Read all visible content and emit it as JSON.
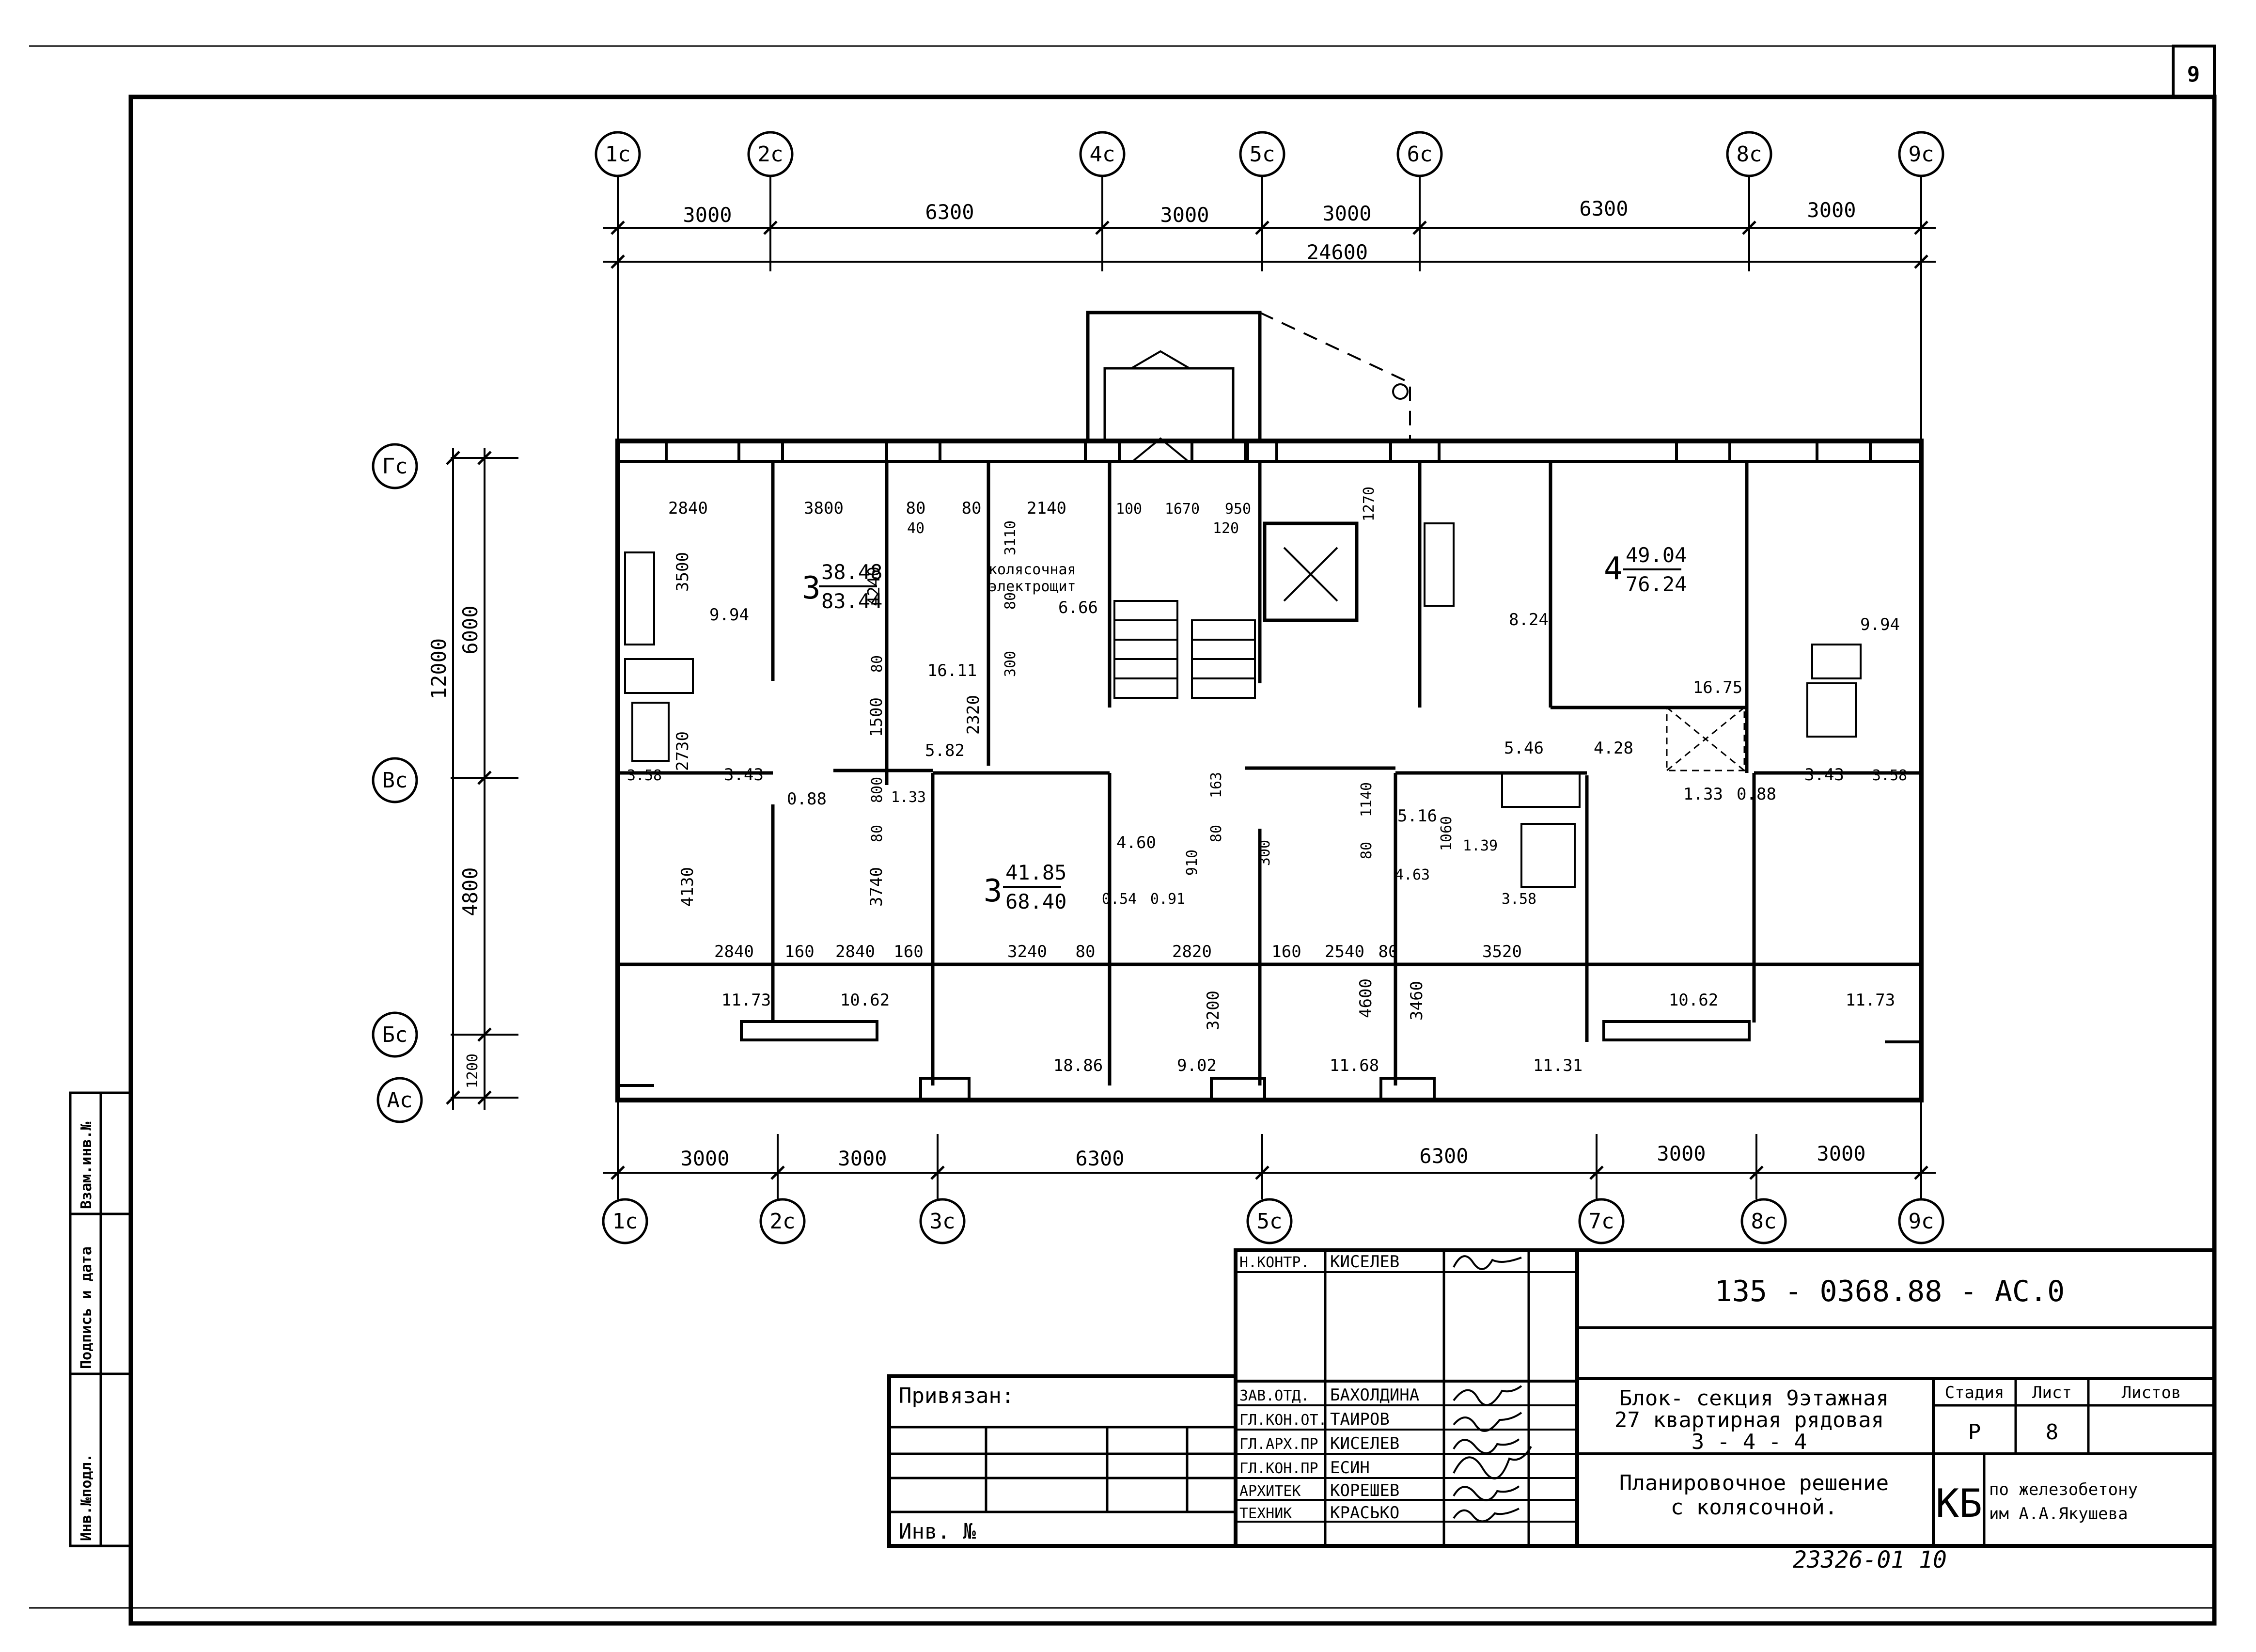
{
  "sheet": {
    "page_number": "9",
    "stamp_number": "23326-01  10"
  },
  "axes": {
    "top": [
      "1c",
      "2c",
      "4c",
      "5c",
      "6c",
      "8c",
      "9c"
    ],
    "bottom": [
      "1c",
      "2c",
      "3c",
      "5c",
      "7c",
      "8c",
      "9c"
    ],
    "left": [
      "Гс",
      "Вс",
      "Бс",
      "Ас"
    ]
  },
  "dimensions": {
    "top_row": [
      "3000",
      "6300",
      "3000",
      "3000",
      "6300",
      "3000"
    ],
    "top_total": "24600",
    "bottom_row": [
      "3000",
      "3000",
      "6300",
      "6300",
      "3000",
      "3000"
    ],
    "left_outer": "12000",
    "left_inner": [
      "6000",
      "4800",
      "1200"
    ]
  },
  "interior_dims": {
    "row_top": [
      "2840",
      "3800",
      "80",
      "80",
      "2140",
      "100",
      "1670",
      "950",
      "40",
      "120",
      "1270",
      "3110",
      "3500",
      "4240",
      "300",
      "80"
    ],
    "row_mid": [
      "2840",
      "160",
      "2840",
      "160",
      "3240",
      "80",
      "2820",
      "160",
      "2540",
      "80",
      "3520"
    ],
    "vertical": [
      "2730",
      "1500",
      "2320",
      "300",
      "80",
      "800",
      "80",
      "3740",
      "4130",
      "3200",
      "4600",
      "3460",
      "1140",
      "80",
      "910",
      "80",
      "163",
      "1060"
    ]
  },
  "rooms": {
    "apt1": {
      "rooms": "3",
      "living": "38.48",
      "total": "83.44"
    },
    "apt2": {
      "rooms": "3",
      "living": "41.85",
      "total": "68.40"
    },
    "apt3": {
      "rooms": "4",
      "living": "49.04",
      "total": "76.24"
    },
    "stroller_room": [
      "колясочная",
      "электрощит"
    ],
    "areas": [
      "9.94",
      "16.11",
      "6.66",
      "5.82",
      "3.58",
      "3.43",
      "0.88",
      "1.33",
      "4.60",
      "0.54",
      "0.91",
      "5.16",
      "4.63",
      "1.39",
      "3.58",
      "8.24",
      "16.75",
      "9.94",
      "5.46",
      "4.28",
      "1.33",
      "0.88",
      "3.43",
      "3.58",
      "11.73",
      "10.62",
      "18.86",
      "9.02",
      "11.68",
      "11.31",
      "10.62",
      "11.73"
    ]
  },
  "title_block": {
    "signatures": [
      {
        "role": "Н.КОНТР.",
        "name": "КИСЕЛЕВ"
      },
      {
        "role": "ЗАВ.ОТД.",
        "name": "БАХОЛДИНА"
      },
      {
        "role": "ГЛ.КОН.ОТ.",
        "name": "ТАИРОВ"
      },
      {
        "role": "ГЛ.АРХ.ПР",
        "name": "КИСЕЛЕВ"
      },
      {
        "role": "ГЛ.КОН.ПР",
        "name": "ЕСИН"
      },
      {
        "role": "АРХИТЕК",
        "name": "КОРЕШЕВ"
      },
      {
        "role": "ТЕХНИК",
        "name": "КРАСЬКО"
      }
    ],
    "bound_label": "Привязан:",
    "inv_label": "Инв. №",
    "doc_code": "135 - 0368.88 - АС.0",
    "object_title": [
      "Блок- секция 9этажная",
      "27 квартирная рядовая",
      "3 - 4 - 4"
    ],
    "sheet_title": [
      "Планировочное решение",
      "с колясочной."
    ],
    "stage_header": "Стадия",
    "sheet_header": "Лист",
    "sheets_header": "Листов",
    "stage": "Р",
    "sheet_no": "8",
    "org_code": "КБ",
    "org_name": [
      "по железобетону",
      "им А.А.Якушева"
    ]
  },
  "left_strip": [
    "Инв.№подл.",
    "Подпись и дата",
    "Взам.инв.№"
  ]
}
